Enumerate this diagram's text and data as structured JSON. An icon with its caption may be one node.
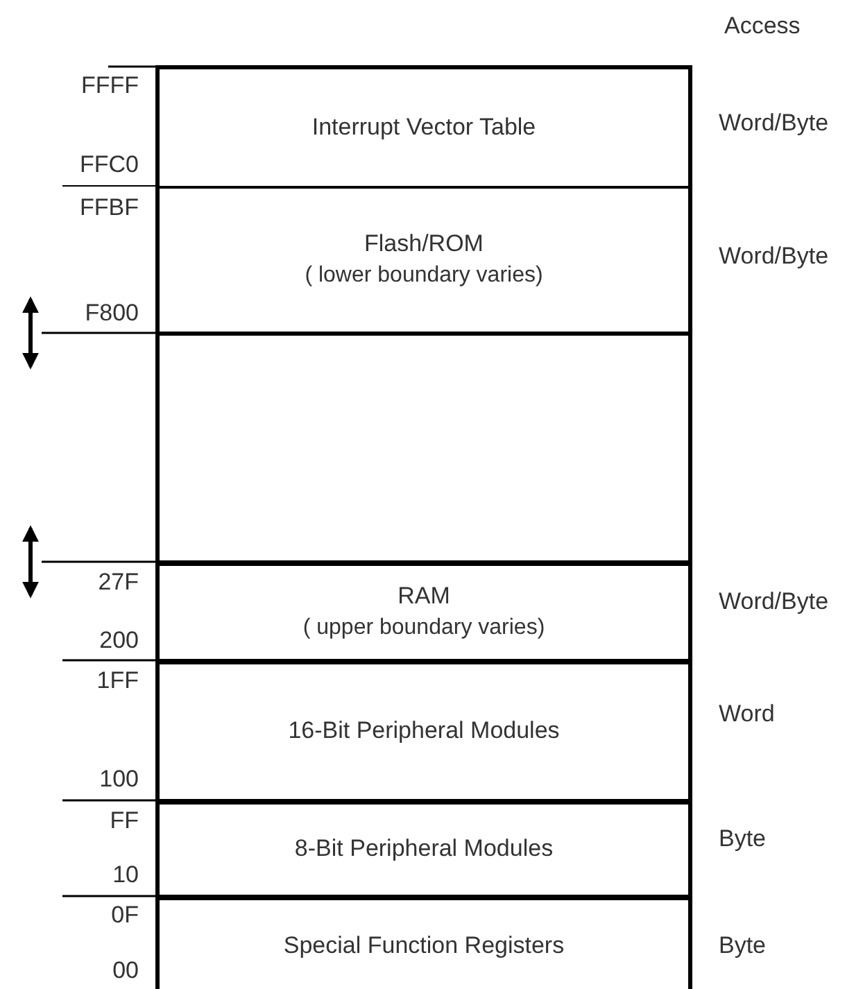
{
  "diagram": {
    "nodes": [
      {
        "text": [
          "Interrupt Vector Table"
        ],
        "beside": [
          "FFFF",
          "FFC0",
          "Word/Byte"
        ]
      },
      {
        "text": [
          "Flash/ROM",
          "( lower boundary varies)"
        ],
        "beside": [
          "FFBF",
          "F800",
          "Word/Byte"
        ]
      },
      {
        "text": [],
        "shape": "box"
      },
      {
        "text": [
          "RAM",
          "( upper boundary varies)"
        ],
        "beside": [
          "27F",
          "200",
          "Word/Byte"
        ]
      },
      {
        "text": [
          "16-Bit Peripheral Modules"
        ],
        "beside": [
          "1FF",
          "100",
          "Word"
        ]
      },
      {
        "text": [
          "8-Bit Peripheral Modules"
        ],
        "beside": [
          "FF",
          "10",
          "Byte"
        ]
      },
      {
        "text": [
          "Special Function Registers"
        ],
        "beside": [
          "0F",
          "00",
          "Byte"
        ]
      }
    ],
    "labels": [
      "Access"
    ]
  }
}
